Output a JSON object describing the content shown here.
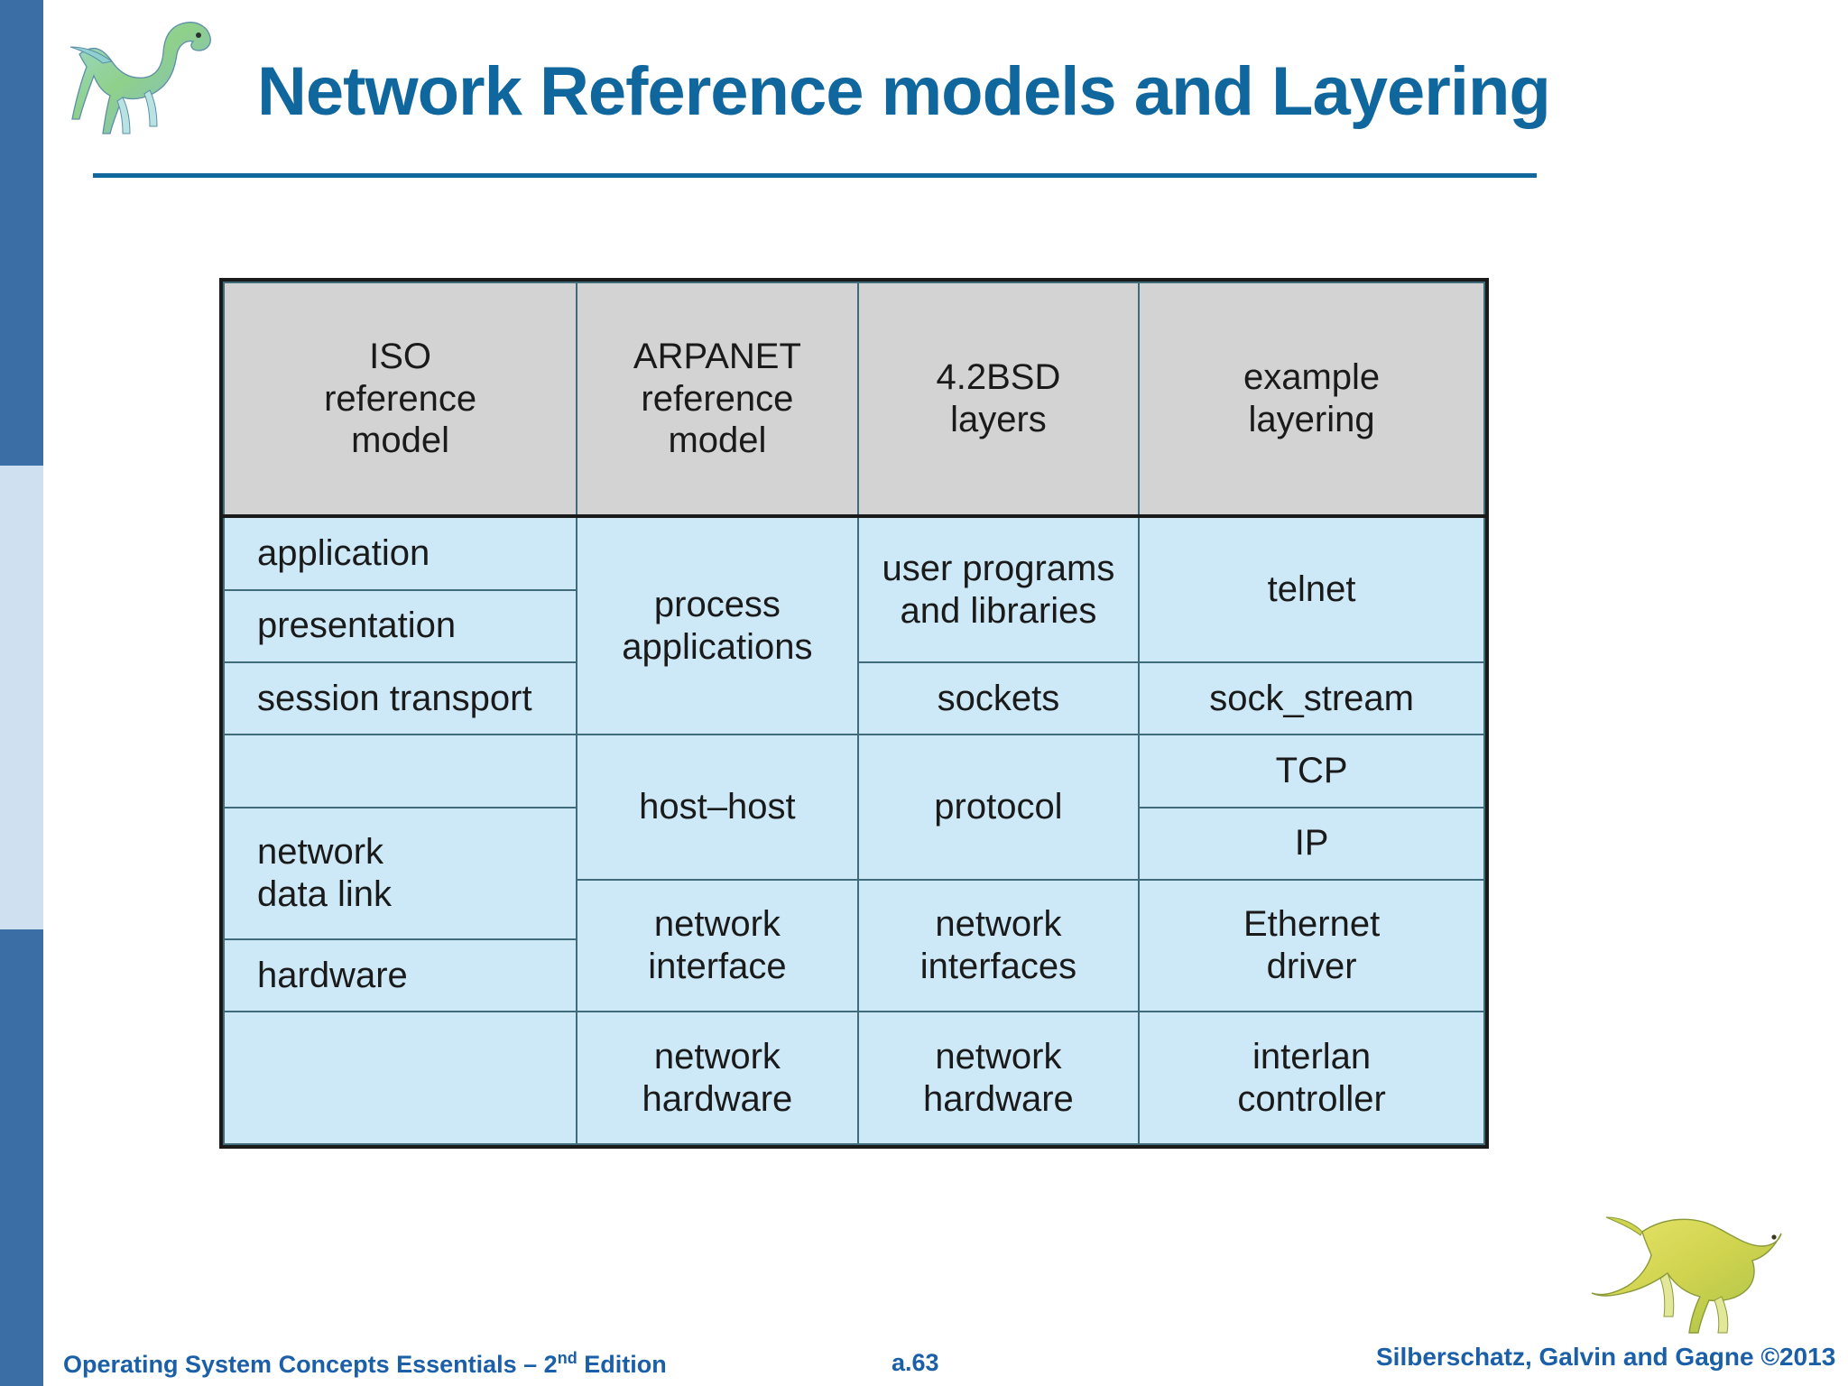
{
  "slide": {
    "title": "Network Reference models and Layering",
    "accent_color": "#10679e",
    "sidebar_color": "#3a6ea5",
    "sidebar_light_color": "#cfe0f0"
  },
  "table": {
    "header_bg": "#d3d3d3",
    "body_bg": "#cde9f7",
    "border_color": "#1a1a1a",
    "headers": [
      "ISO\nreference\nmodel",
      "ARPANET\nreference\nmodel",
      "4.2BSD\nlayers",
      "example\nlayering"
    ],
    "header_col1": "ISO reference model",
    "header_col2": "ARPANET reference model",
    "header_col3": "4.2BSD layers",
    "header_col4": "example layering",
    "iso": {
      "application": "application",
      "presentation": "presentation",
      "session_transport": "session transport",
      "blank_1": "",
      "network_data_link": "network data link",
      "hardware": "hardware",
      "blank_2": ""
    },
    "arpanet": {
      "process_applications": "process applications",
      "host_host": "host–host",
      "network_interface": "network interface",
      "network_hardware": "network hardware"
    },
    "bsd": {
      "user_programs": "user programs and libraries",
      "sockets": "sockets",
      "protocol": "protocol",
      "network_interfaces": "network interfaces",
      "network_hardware": "network hardware"
    },
    "example": {
      "telnet": "telnet",
      "sock_stream": "sock_stream",
      "tcp": "TCP",
      "ip": "IP",
      "ethernet_driver": "Ethernet driver",
      "interlan_controller": "interlan controller"
    }
  },
  "footer": {
    "left_pre": "Operating System Concepts Essentials – 2",
    "left_sup": "nd",
    "left_post": " Edition",
    "slide_number": "a.63",
    "right": "Silberschatz, Galvin and Gagne ©2013"
  },
  "icons": {
    "dinosaur_top": "dinosaur-icon",
    "dinosaur_bottom": "dinosaur-icon"
  }
}
